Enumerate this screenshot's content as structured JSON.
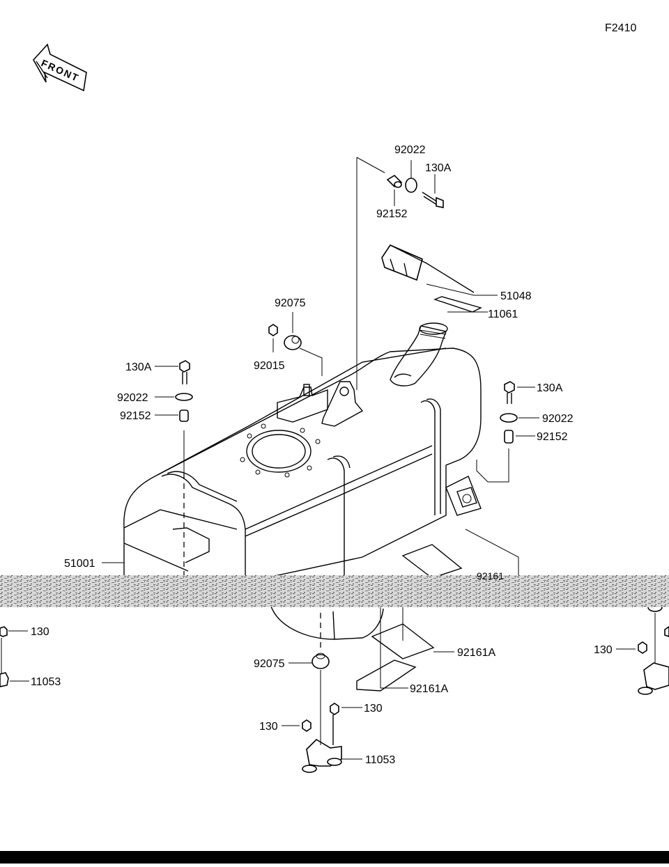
{
  "figure_id": "F2410",
  "front_label": "FRONT",
  "parts": {
    "p_92022_top": "92022",
    "p_130A_top": "130A",
    "p_92152_top": "92152",
    "p_51048": "51048",
    "p_11061": "11061",
    "p_92075_top": "92075",
    "p_92015": "92015",
    "p_130A_left": "130A",
    "p_92022_left": "92022",
    "p_92152_left": "92152",
    "p_130A_right": "130A",
    "p_92022_right": "92022",
    "p_92152_right": "92152",
    "p_51001": "51001",
    "p_92161_partial": "92161",
    "p_130_left_edge": "130",
    "p_11053_left_edge": "11053",
    "p_92075_bottom": "92075",
    "p_92161A_1": "92161A",
    "p_92161A_2": "92161A",
    "p_130_mid_right": "130",
    "p_130_mid_left": "130",
    "p_11053_bottom": "11053",
    "p_130_right_edge": "130"
  },
  "colors": {
    "ink": "#000000",
    "paper": "#ffffff",
    "bottom_bar": "#000000"
  }
}
